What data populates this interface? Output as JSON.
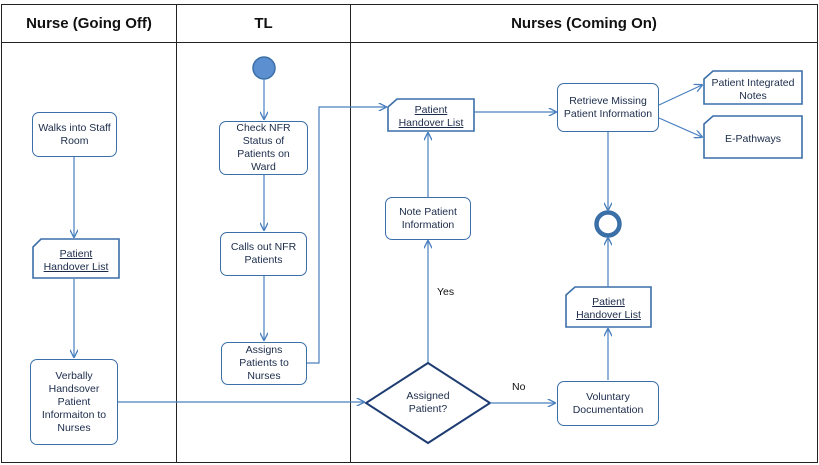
{
  "lanes": {
    "nurse_off": "Nurse (Going Off)",
    "tl": "TL",
    "nurses_on": "Nurses (Coming On)"
  },
  "nodes": {
    "walks": "Walks into Staff Room",
    "handover_list_1": "Patient Handover List",
    "verbally": "Verbally Handsover Patient Informaiton to Nurses",
    "check_nfr": "Check NFR Status of Patients on Ward",
    "calls_out": "Calls out NFR Patients",
    "assigns": "Assigns Patients to Nurses",
    "handover_list_2": "Patient Handover List",
    "note_info": "Note Patient Information",
    "assigned": "Assigned Patient?",
    "retrieve": "Retrieve Missing Patient Information",
    "integrated_notes": "Patient Integrated Notes",
    "epathways": "E-Pathways",
    "handover_list_3": "Patient Handover List",
    "voluntary": "Voluntary Documentation"
  },
  "edge_labels": {
    "yes": "Yes",
    "no": "No"
  },
  "colors": {
    "stroke": "#3a6fa8",
    "start_fill": "#5b8fd0",
    "diamond_stroke": "#1f3d73"
  }
}
